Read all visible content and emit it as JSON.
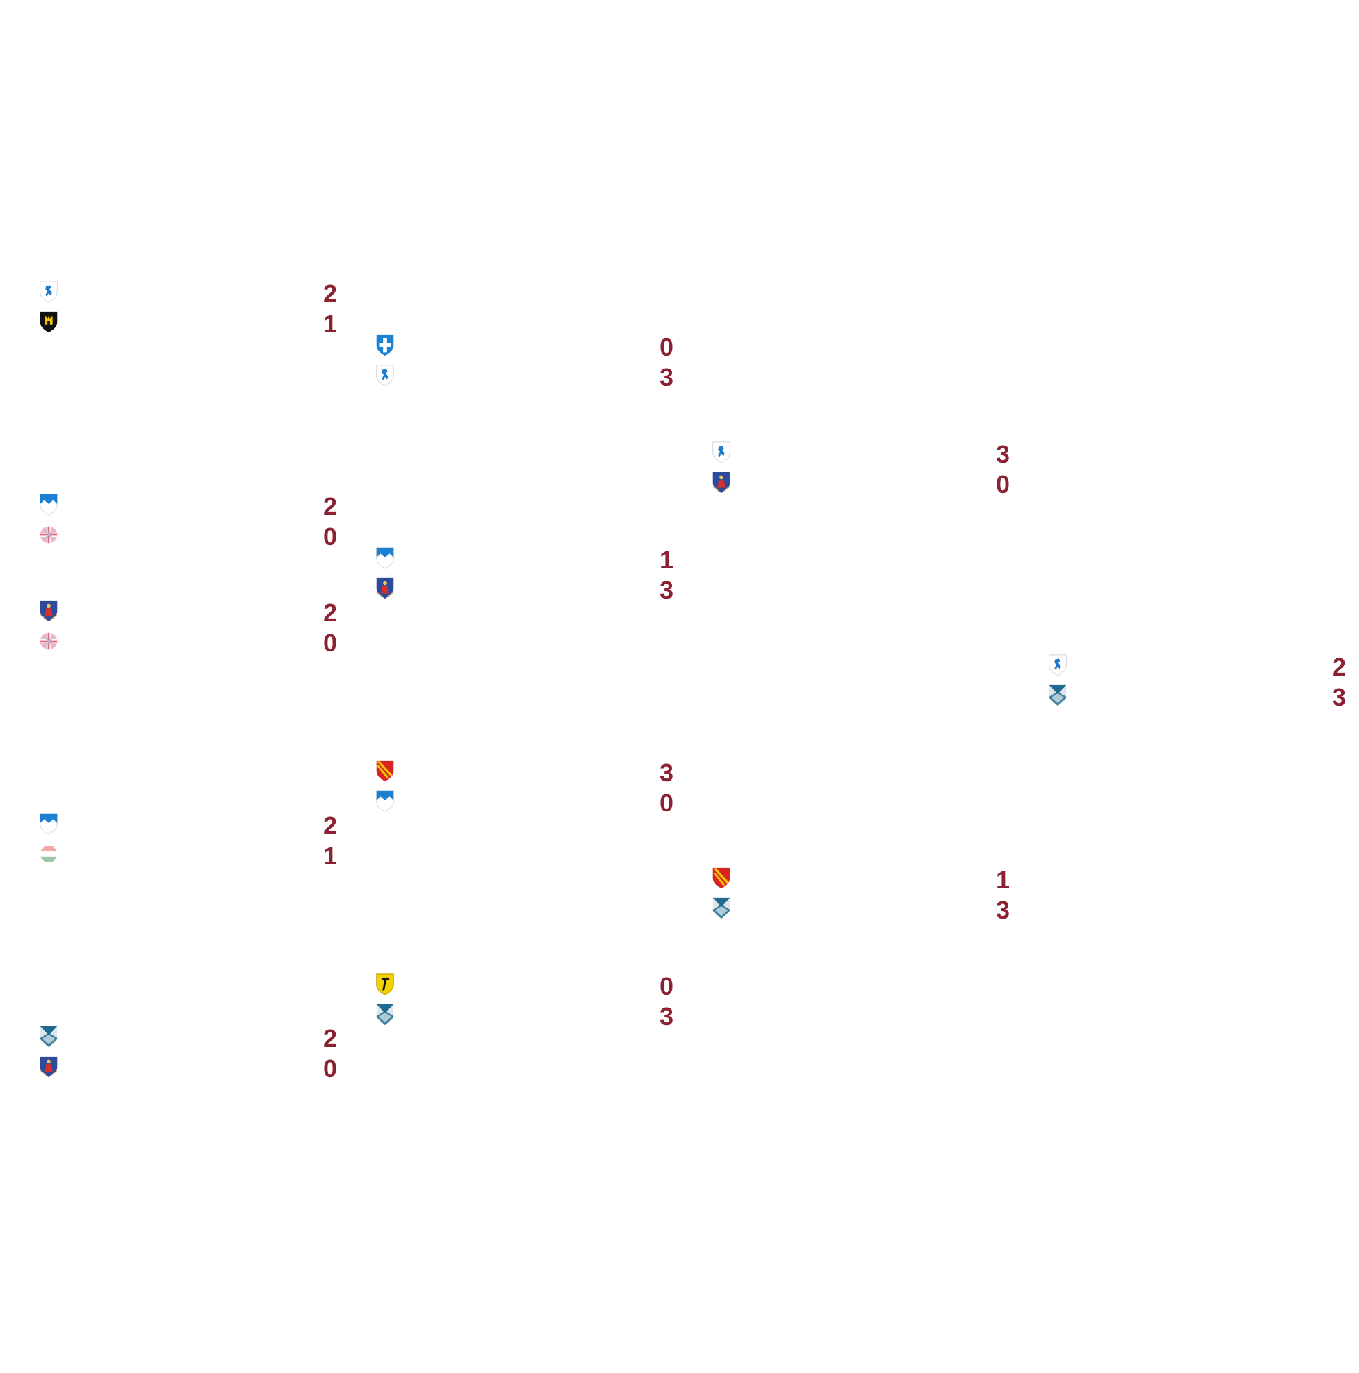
{
  "theme": {
    "score_color": "#8b2232"
  },
  "rounds": [
    {
      "matches": [
        {
          "teams": [
            {
              "crest": "blue-rampant-lion-crest-icon",
              "score": "2"
            },
            {
              "crest": "black-gold-tower-crest-icon",
              "score": "1"
            }
          ]
        },
        {
          "teams": [
            {
              "crest": "blue-white-mountains-crest-icon",
              "score": "2"
            },
            {
              "crest": "union-flag-circle-icon",
              "score": "0"
            }
          ]
        },
        {
          "teams": [
            {
              "crest": "blue-red-figure-crest-icon",
              "score": "2"
            },
            {
              "crest": "union-flag-circle-icon",
              "score": "0"
            }
          ]
        },
        {
          "teams": [
            {
              "crest": "blue-white-mountains-crest-icon",
              "score": "2"
            },
            {
              "crest": "hungary-flag-circle-icon",
              "score": "1"
            }
          ]
        },
        {
          "teams": [
            {
              "crest": "teal-white-chevron-crest-icon",
              "score": "2"
            },
            {
              "crest": "blue-red-figure-crest-icon",
              "score": "0"
            }
          ]
        }
      ]
    },
    {
      "matches": [
        {
          "teams": [
            {
              "crest": "blue-white-cross-crest-icon",
              "score": "0"
            },
            {
              "crest": "blue-rampant-lion-crest-icon",
              "score": "3"
            }
          ]
        },
        {
          "teams": [
            {
              "crest": "blue-white-mountains-crest-icon",
              "score": "1"
            },
            {
              "crest": "blue-red-figure-crest-icon",
              "score": "3"
            }
          ]
        },
        {
          "teams": [
            {
              "crest": "red-yellow-diagonal-crest-icon",
              "score": "3"
            },
            {
              "crest": "blue-white-mountains-crest-icon",
              "score": "0"
            }
          ]
        },
        {
          "teams": [
            {
              "crest": "yellow-black-hammer-crest-icon",
              "score": "0"
            },
            {
              "crest": "teal-white-chevron-crest-icon",
              "score": "3"
            }
          ]
        }
      ]
    },
    {
      "matches": [
        {
          "teams": [
            {
              "crest": "blue-rampant-lion-crest-icon",
              "score": "3"
            },
            {
              "crest": "blue-red-figure-crest-icon",
              "score": "0"
            }
          ]
        },
        {
          "teams": [
            {
              "crest": "red-yellow-diagonal-crest-icon",
              "score": "1"
            },
            {
              "crest": "teal-white-chevron-crest-icon",
              "score": "3"
            }
          ]
        }
      ]
    },
    {
      "matches": [
        {
          "teams": [
            {
              "crest": "blue-rampant-lion-crest-icon",
              "score": "2"
            },
            {
              "crest": "teal-white-chevron-crest-icon",
              "score": "3"
            }
          ]
        }
      ]
    }
  ]
}
